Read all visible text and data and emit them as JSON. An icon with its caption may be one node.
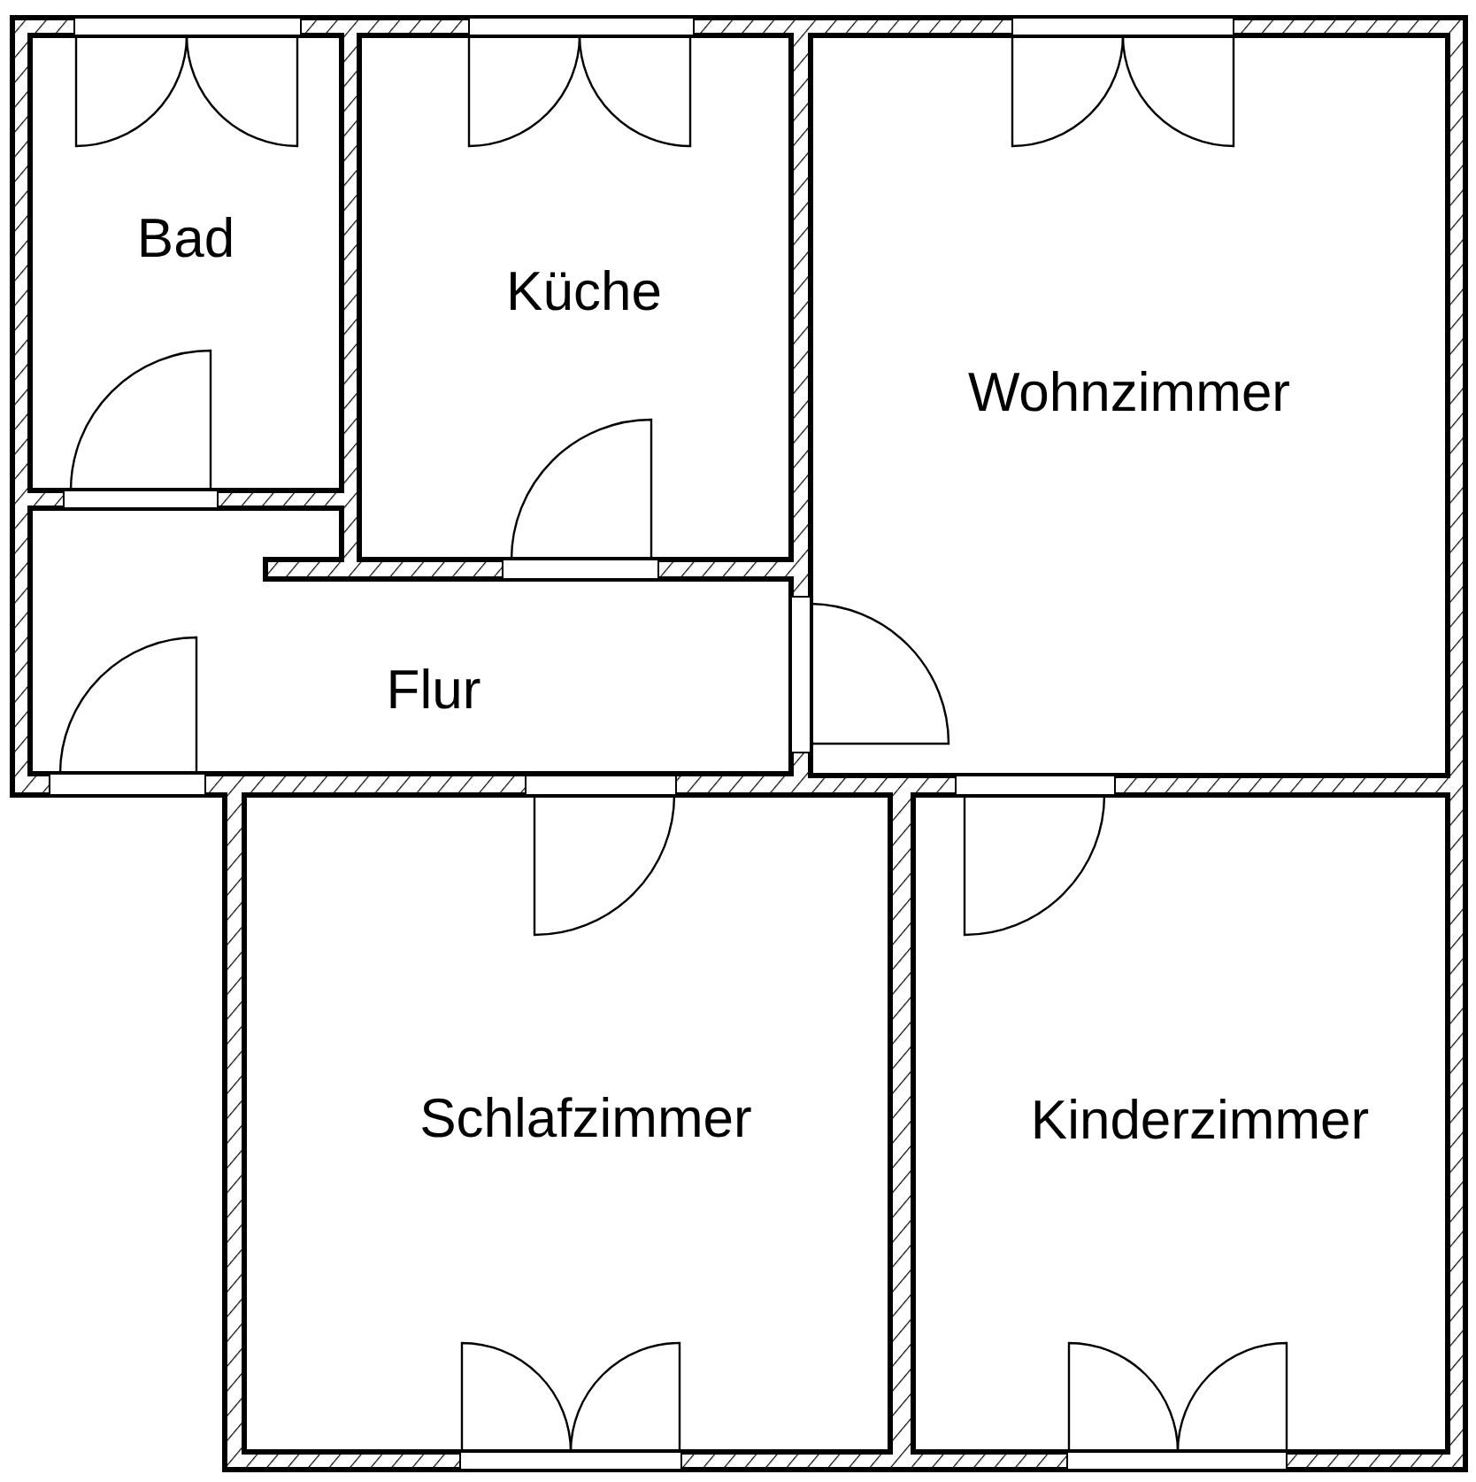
{
  "diagram": {
    "nodes": [
      {
        "text": [
          "Bad"
        ]
      },
      {
        "text": [
          "Küche"
        ]
      },
      {
        "text": [
          "Wohnzimmer"
        ]
      },
      {
        "text": [
          "Flur"
        ]
      },
      {
        "text": [
          "Schlafzimmer"
        ]
      },
      {
        "text": [
          "Kinderzimmer"
        ]
      }
    ]
  }
}
